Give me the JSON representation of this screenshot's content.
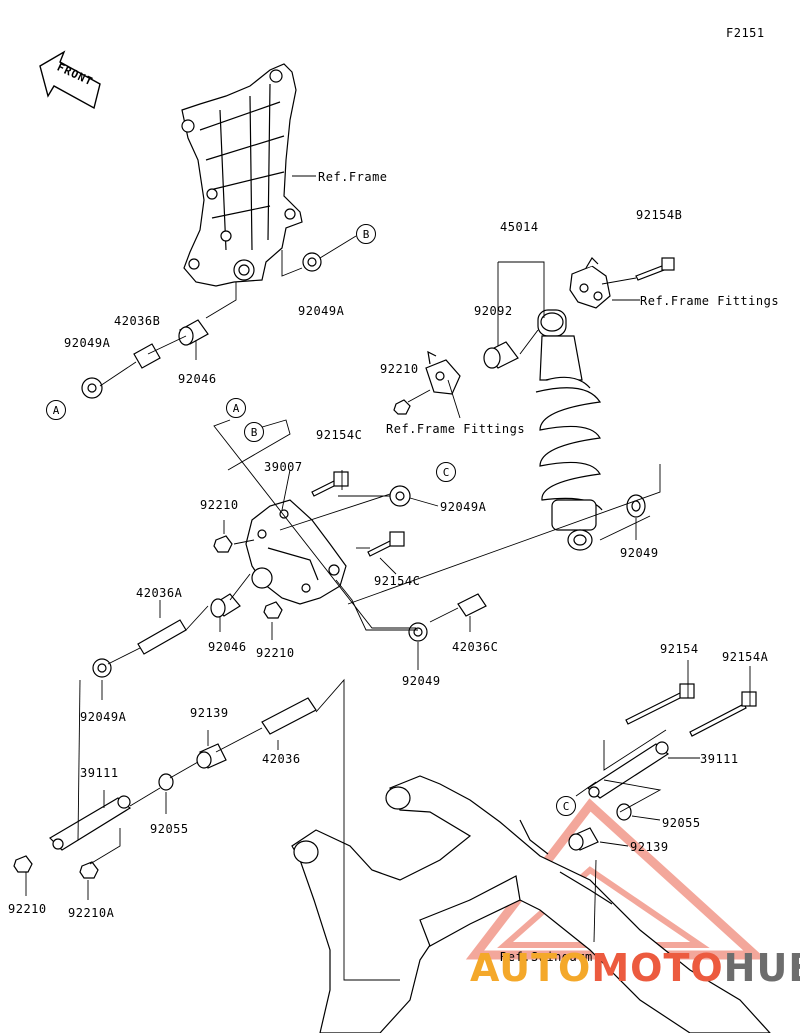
{
  "figure_code": "F2151",
  "front_label": "FRONT",
  "refs": {
    "frame": "Ref.Frame",
    "frame_fittings_right": "Ref.Frame Fittings",
    "frame_fittings_left": "Ref.Frame Fittings",
    "swingarm": "Ref.Swingarm"
  },
  "callouts": [
    "A",
    "B",
    "C"
  ],
  "parts": {
    "p45014": "45014",
    "p92154B": "92154B",
    "p92092": "92092",
    "p92210_top": "92210",
    "p92049A_upper": "92049A",
    "p42036B": "42036B",
    "p92049A_left": "92049A",
    "p92046_top": "92046",
    "p92154C_top": "92154C",
    "p39007": "39007",
    "p92210_mid": "92210",
    "p92049A_mid": "92049A",
    "p92049_right": "92049",
    "p92154C_mid": "92154C",
    "p42036A": "42036A",
    "p92046_mid": "92046",
    "p92210_lower": "92210",
    "p42036C": "42036C",
    "p92049A_low": "92049A",
    "p92049_low": "92049",
    "p92139_left": "92139",
    "p42036": "42036",
    "p39111_left": "39111",
    "p92055_left": "92055",
    "p92210_bl": "92210",
    "p92210A": "92210A",
    "p92154": "92154",
    "p92154A": "92154A",
    "p39111_right": "39111",
    "p92055_right": "92055",
    "p92139_right": "92139"
  },
  "watermark": {
    "part1": "AUTO",
    "part2": "MOTO",
    "part3": "HUB",
    "colors": {
      "auto": "#f4a82a",
      "moto": "#ec5b3f",
      "hub": "#6d6d6d",
      "triangle": "#ec5b3f"
    }
  }
}
